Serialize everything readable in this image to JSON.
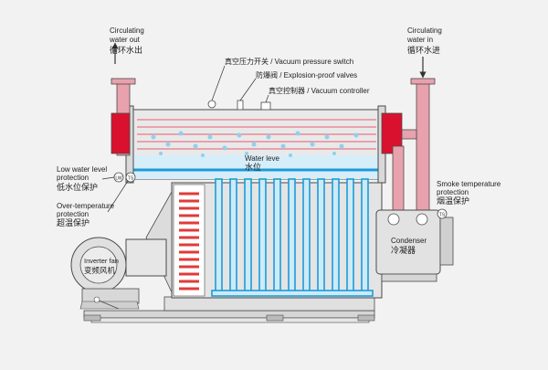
{
  "colors": {
    "background": "#f2f2f2",
    "pipe_pink": "#e8a2ad",
    "flange_red": "#d9112f",
    "water_blue": "#1d9bd8",
    "tube_light": "#cdeaf7",
    "heater_red": "#e23a3a",
    "steel_gray": "#c8c8c8",
    "outline": "#4a4a4a"
  },
  "labels": {
    "circ_out_en_1": "Circulating",
    "circ_out_en_2": "water out",
    "circ_out_cn": "循环水出",
    "circ_in_en_1": "Circulating",
    "circ_in_en_2": "water in",
    "circ_in_cn": "循环水进",
    "vacuum_switch": "真空压力开关 / Vacuum pressure switch",
    "explosion_valves": "防爆阀 / Explosion-proof valves",
    "vacuum_controller": "真空控制器 / Vacuum controller",
    "water_level_en": "Water leve",
    "water_level_cn": "水位",
    "low_water_en_1": "Low water level",
    "low_water_en_2": "protection",
    "low_water_cn": "低水位保护",
    "over_temp_en_1": "Over-temperature",
    "over_temp_en_2": "protection",
    "over_temp_cn": "超温保护",
    "smoke_temp_en_1": "Smoke temperature",
    "smoke_temp_en_2": "protection",
    "smoke_temp_cn": "烟温保护",
    "condenser_en": "Condenser",
    "condenser_cn": "冷凝器",
    "fan_en": "Inverter fan",
    "fan_cn": "变频风机",
    "sensor_low_water": "LW",
    "sensor_over_temp": "TS",
    "sensor_smoke": "TS"
  }
}
